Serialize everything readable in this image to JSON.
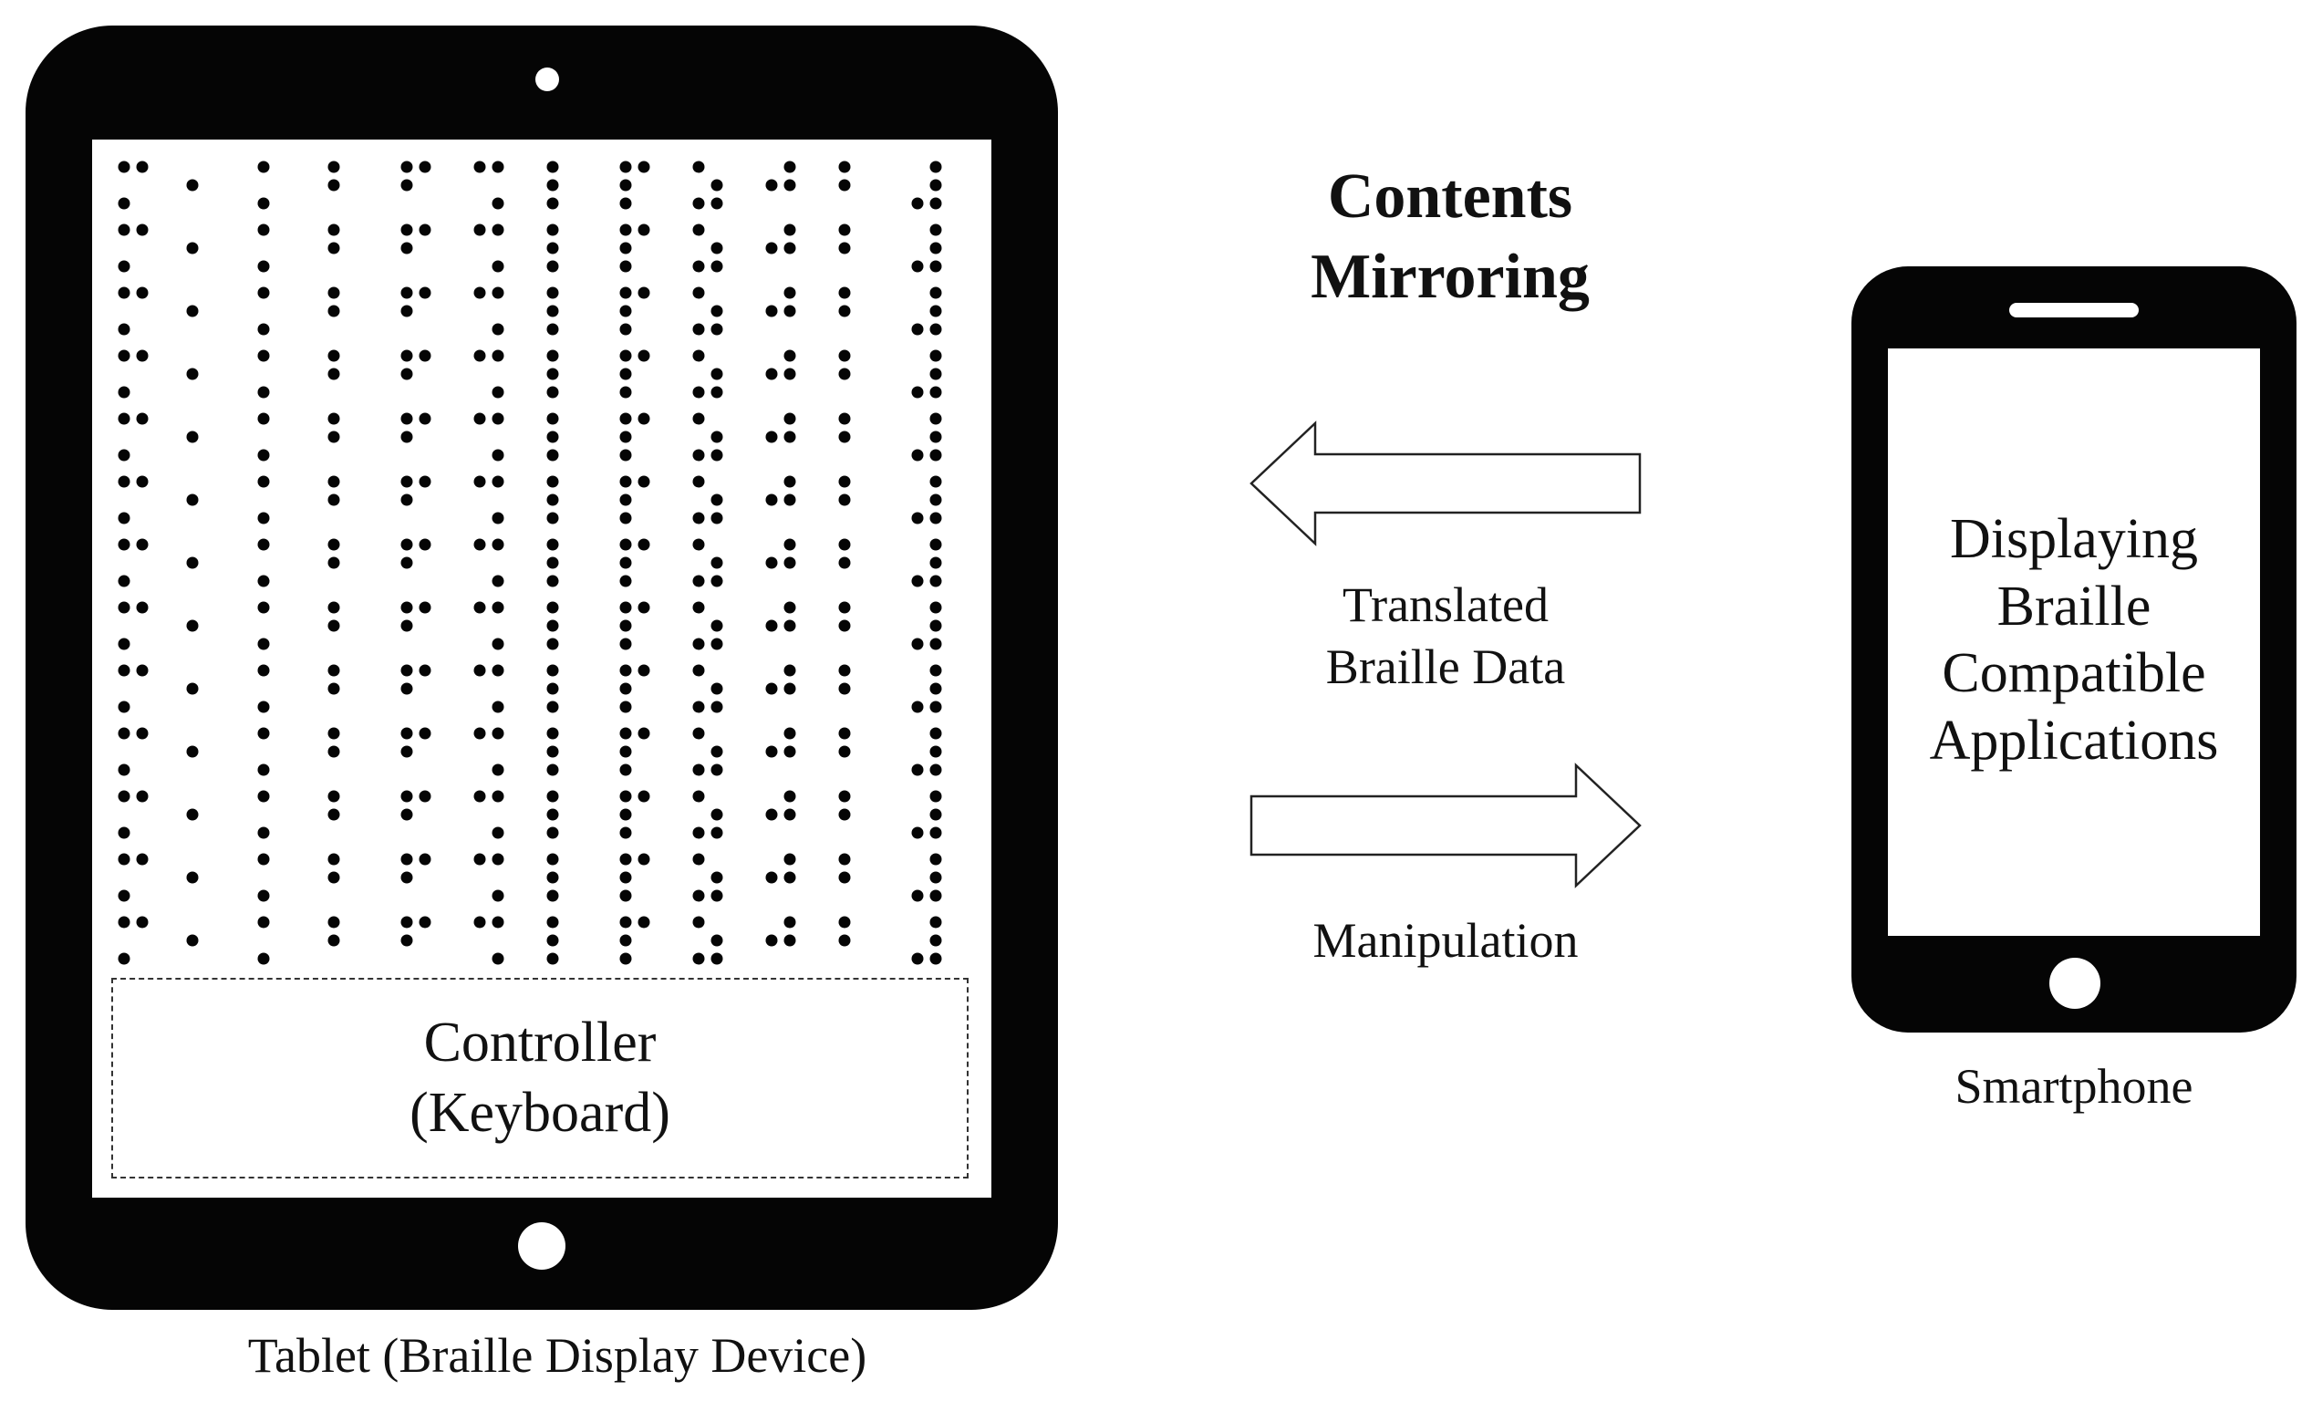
{
  "tablet": {
    "controller_line1": "Controller",
    "controller_line2": "(Keyboard)",
    "caption": "Tablet (Braille Display Device)"
  },
  "heading": {
    "line1": "Contents",
    "line2": "Mirroring"
  },
  "arrows": {
    "left_label_line1": "Translated",
    "left_label_line2": "Braille Data",
    "right_label": "Manipulation"
  },
  "phone": {
    "screen_line1": "Displaying",
    "screen_line2": "Braille",
    "screen_line3": "Compatible",
    "screen_line4": "Applications",
    "caption": "Smartphone"
  },
  "colors": {
    "device": "#050505",
    "screen": "#ffffff",
    "ink": "#111111"
  },
  "icons": [
    "braille-dots-icon",
    "arrow-left-icon",
    "arrow-right-icon"
  ]
}
